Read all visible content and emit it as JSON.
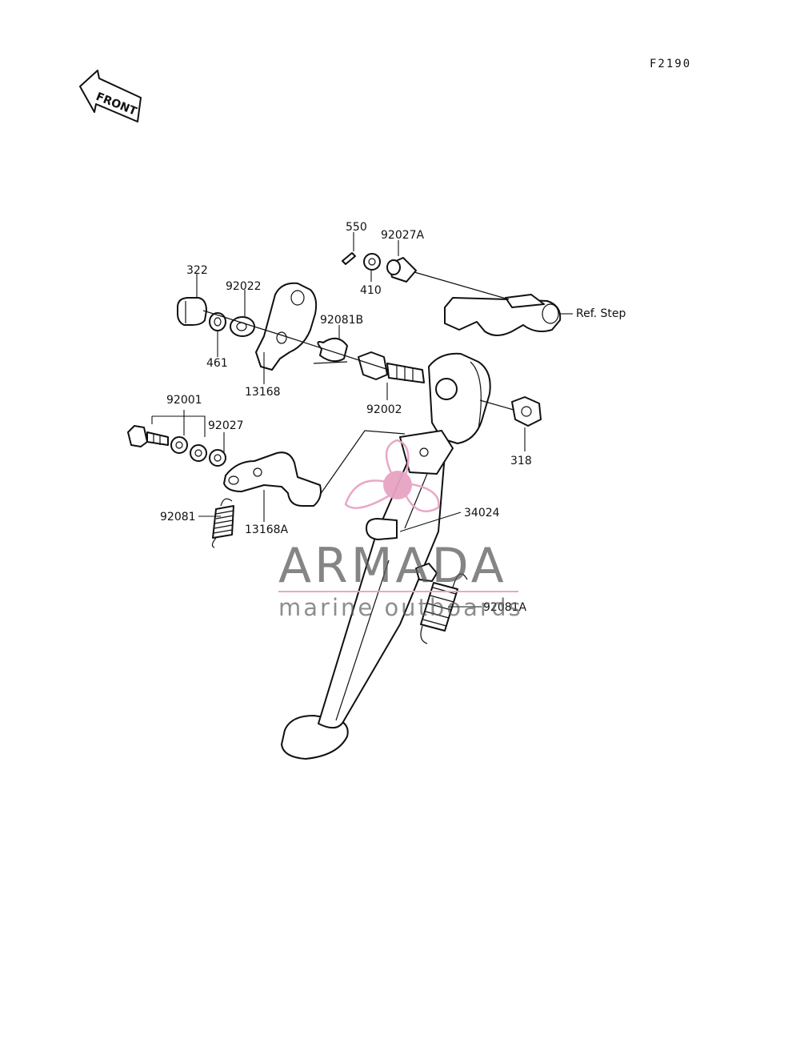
{
  "diagram": {
    "figure_code": "F2190",
    "front_arrow_label": "FRONT",
    "part_labels": {
      "p550": "550",
      "p92027A": "92027A",
      "p322": "322",
      "p92022": "92022",
      "p410": "410",
      "p92081B": "92081B",
      "p461": "461",
      "p13168": "13168",
      "p92002": "92002",
      "ref_step": "Ref. Step",
      "p92001": "92001",
      "p92027": "92027",
      "p318": "318",
      "p92081": "92081",
      "p13168A": "13168A",
      "p34024": "34024",
      "p92081A": "92081A"
    }
  },
  "watermark": {
    "title": "ARMADA",
    "subtitle": "marine outboards",
    "accent_color": "#e8a3c4",
    "text_color": "#5a5a5a"
  }
}
